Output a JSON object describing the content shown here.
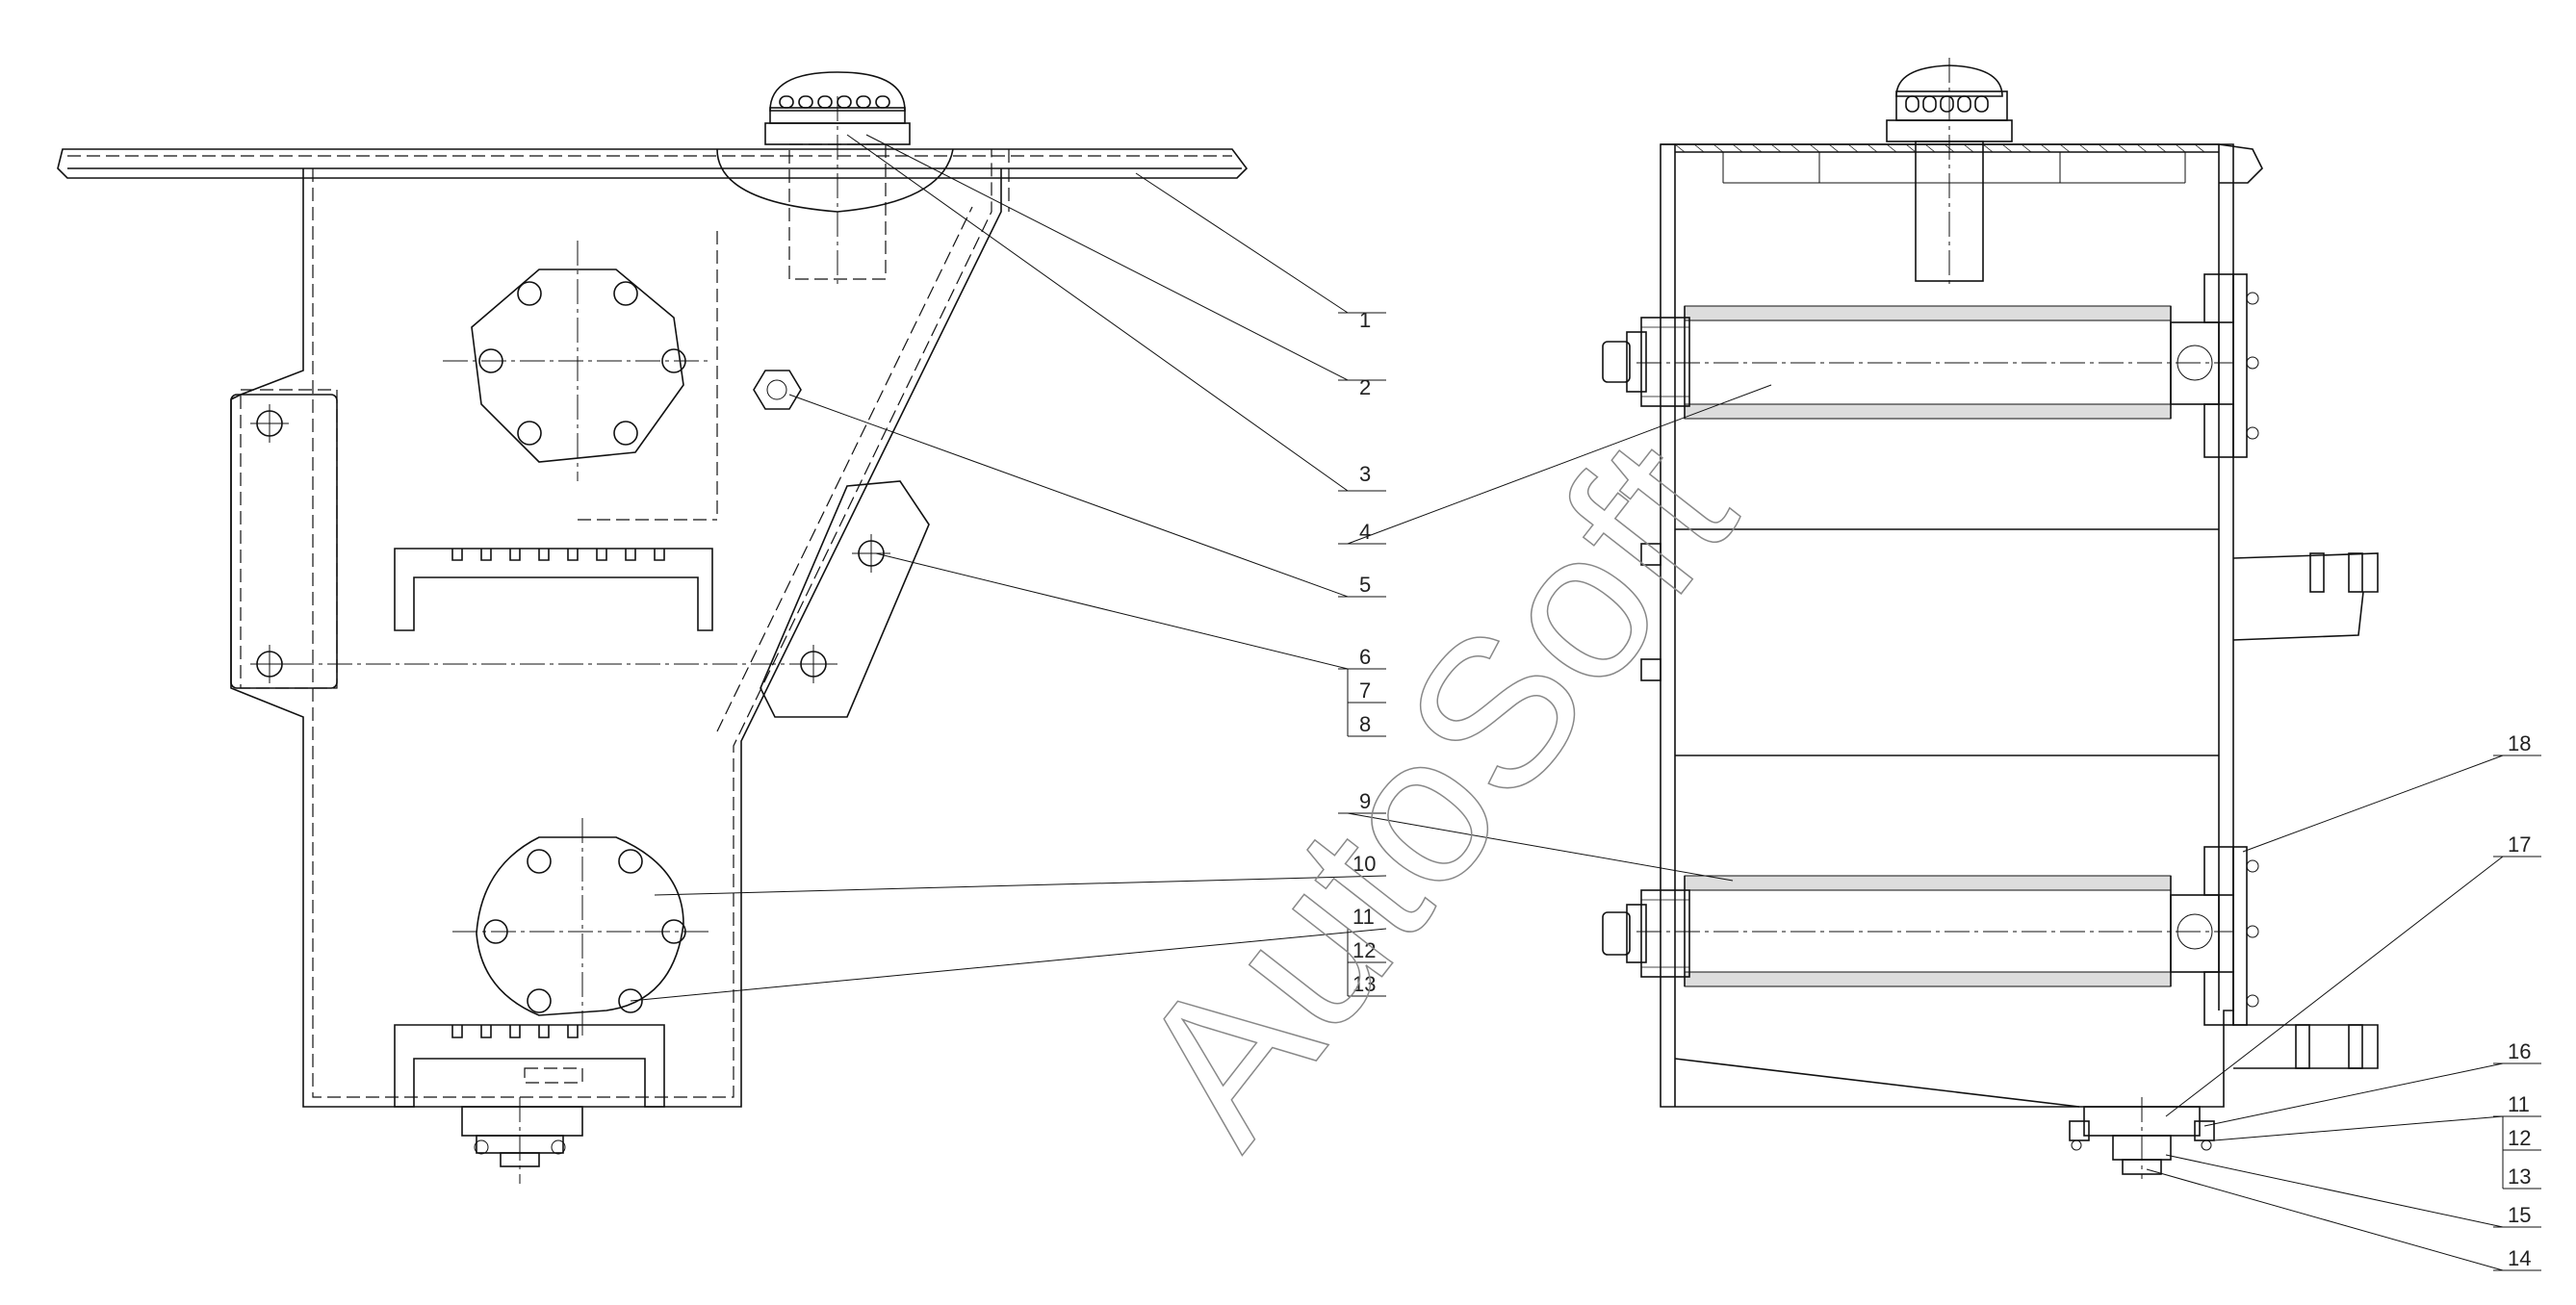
{
  "watermark": "AutoSoft",
  "callouts": [
    {
      "id": "c1",
      "text": "1"
    },
    {
      "id": "c2",
      "text": "2"
    },
    {
      "id": "c3",
      "text": "3"
    },
    {
      "id": "c4",
      "text": "4"
    },
    {
      "id": "c5",
      "text": "5"
    },
    {
      "id": "c6",
      "text": "6"
    },
    {
      "id": "c7",
      "text": "7"
    },
    {
      "id": "c8",
      "text": "8"
    },
    {
      "id": "c9",
      "text": "9"
    },
    {
      "id": "c10",
      "text": "10"
    },
    {
      "id": "c11a",
      "text": "11"
    },
    {
      "id": "c12a",
      "text": "12"
    },
    {
      "id": "c13a",
      "text": "13"
    },
    {
      "id": "c18",
      "text": "18"
    },
    {
      "id": "c17",
      "text": "17"
    },
    {
      "id": "c16",
      "text": "16"
    },
    {
      "id": "c11b",
      "text": "11"
    },
    {
      "id": "c12b",
      "text": "12"
    },
    {
      "id": "c13b",
      "text": "13"
    },
    {
      "id": "c15",
      "text": "15"
    },
    {
      "id": "c14",
      "text": "14"
    }
  ]
}
